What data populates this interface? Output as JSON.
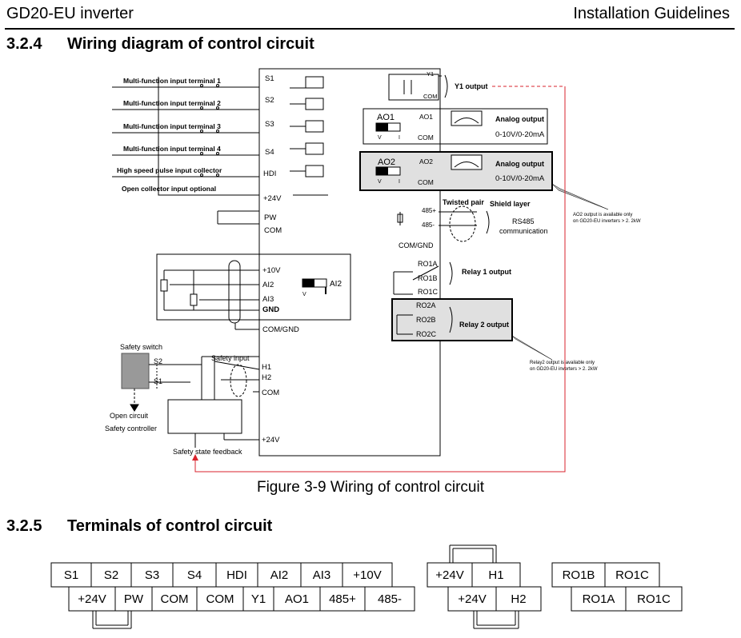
{
  "header": {
    "left": "GD20-EU inverter",
    "right": "Installation Guidelines"
  },
  "section1": {
    "number": "3.2.4",
    "title": "Wiring diagram of control circuit"
  },
  "section2": {
    "number": "3.2.5",
    "title": "Terminals of control circuit"
  },
  "caption": "Figure 3-9 Wiring of control circuit",
  "inputs": {
    "mf1": "Multi-function input terminal 1",
    "mf2": "Multi-function input terminal 2",
    "mf3": "Multi-function input terminal 3",
    "mf4": "Multi-function input terminal 4",
    "hs": "High speed pulse input collector",
    "oc": "Open collector input optional"
  },
  "terminals": {
    "s1": "S1",
    "s2": "S2",
    "s3": "S3",
    "s4": "S4",
    "hdi": "HDI",
    "p24": "+24V",
    "pw": "PW",
    "com": "COM",
    "p10": "+10V",
    "ai2": "AI2",
    "ai3": "AI3",
    "gnd": "GND",
    "comgnd": "COM/GND",
    "h1": "H1",
    "h2": "H2",
    "y1": "Y1",
    "ao1": "AO1",
    "ao2": "AO2",
    "p485": "485+",
    "m485": "485-",
    "ro1a": "RO1A",
    "ro1b": "RO1B",
    "ro1c": "RO1C",
    "ro2a": "RO2A",
    "ro2b": "RO2B",
    "ro2c": "RO2C",
    "v": "V",
    "i": "I"
  },
  "outputs": {
    "y1out": "Y1 output",
    "analog": "Analog output",
    "range": "0-10V/0-20mA",
    "twisted": "Twisted pair",
    "shield": "Shield layer",
    "rs485": "RS485",
    "comm": "communication",
    "relay1": "Relay 1 output",
    "relay2": "Relay 2 output",
    "ao2note1": "AO2 output is available only",
    "ao2note2": "on GD20-EU inverters > 2. 2kW",
    "r2note1": "Relay2 output is available only",
    "r2note2": "on GD20-EU inverters > 2. 2kW"
  },
  "safety": {
    "switch": "Safety switch",
    "input": "Safety input",
    "open": "Open circuit",
    "controller": "Safety controller",
    "feedback": "Safety state feedback"
  },
  "strip1": {
    "top": [
      "S1",
      "S2",
      "S3",
      "S4",
      "HDI",
      "AI2",
      "AI3",
      "+10V"
    ],
    "bottom": [
      "+24V",
      "PW",
      "COM",
      "COM",
      "Y1",
      "AO1",
      "485+",
      "485-"
    ]
  },
  "strip2": {
    "top": [
      "+24V",
      "H1"
    ],
    "bottom": [
      "+24V",
      "H2"
    ]
  },
  "strip3": {
    "top": [
      "RO1B",
      "RO1C"
    ],
    "bottom": [
      "RO1A",
      "RO1C"
    ]
  },
  "colors": {
    "feedback_line": "#d9232d",
    "shade": "#e0e0e0"
  }
}
